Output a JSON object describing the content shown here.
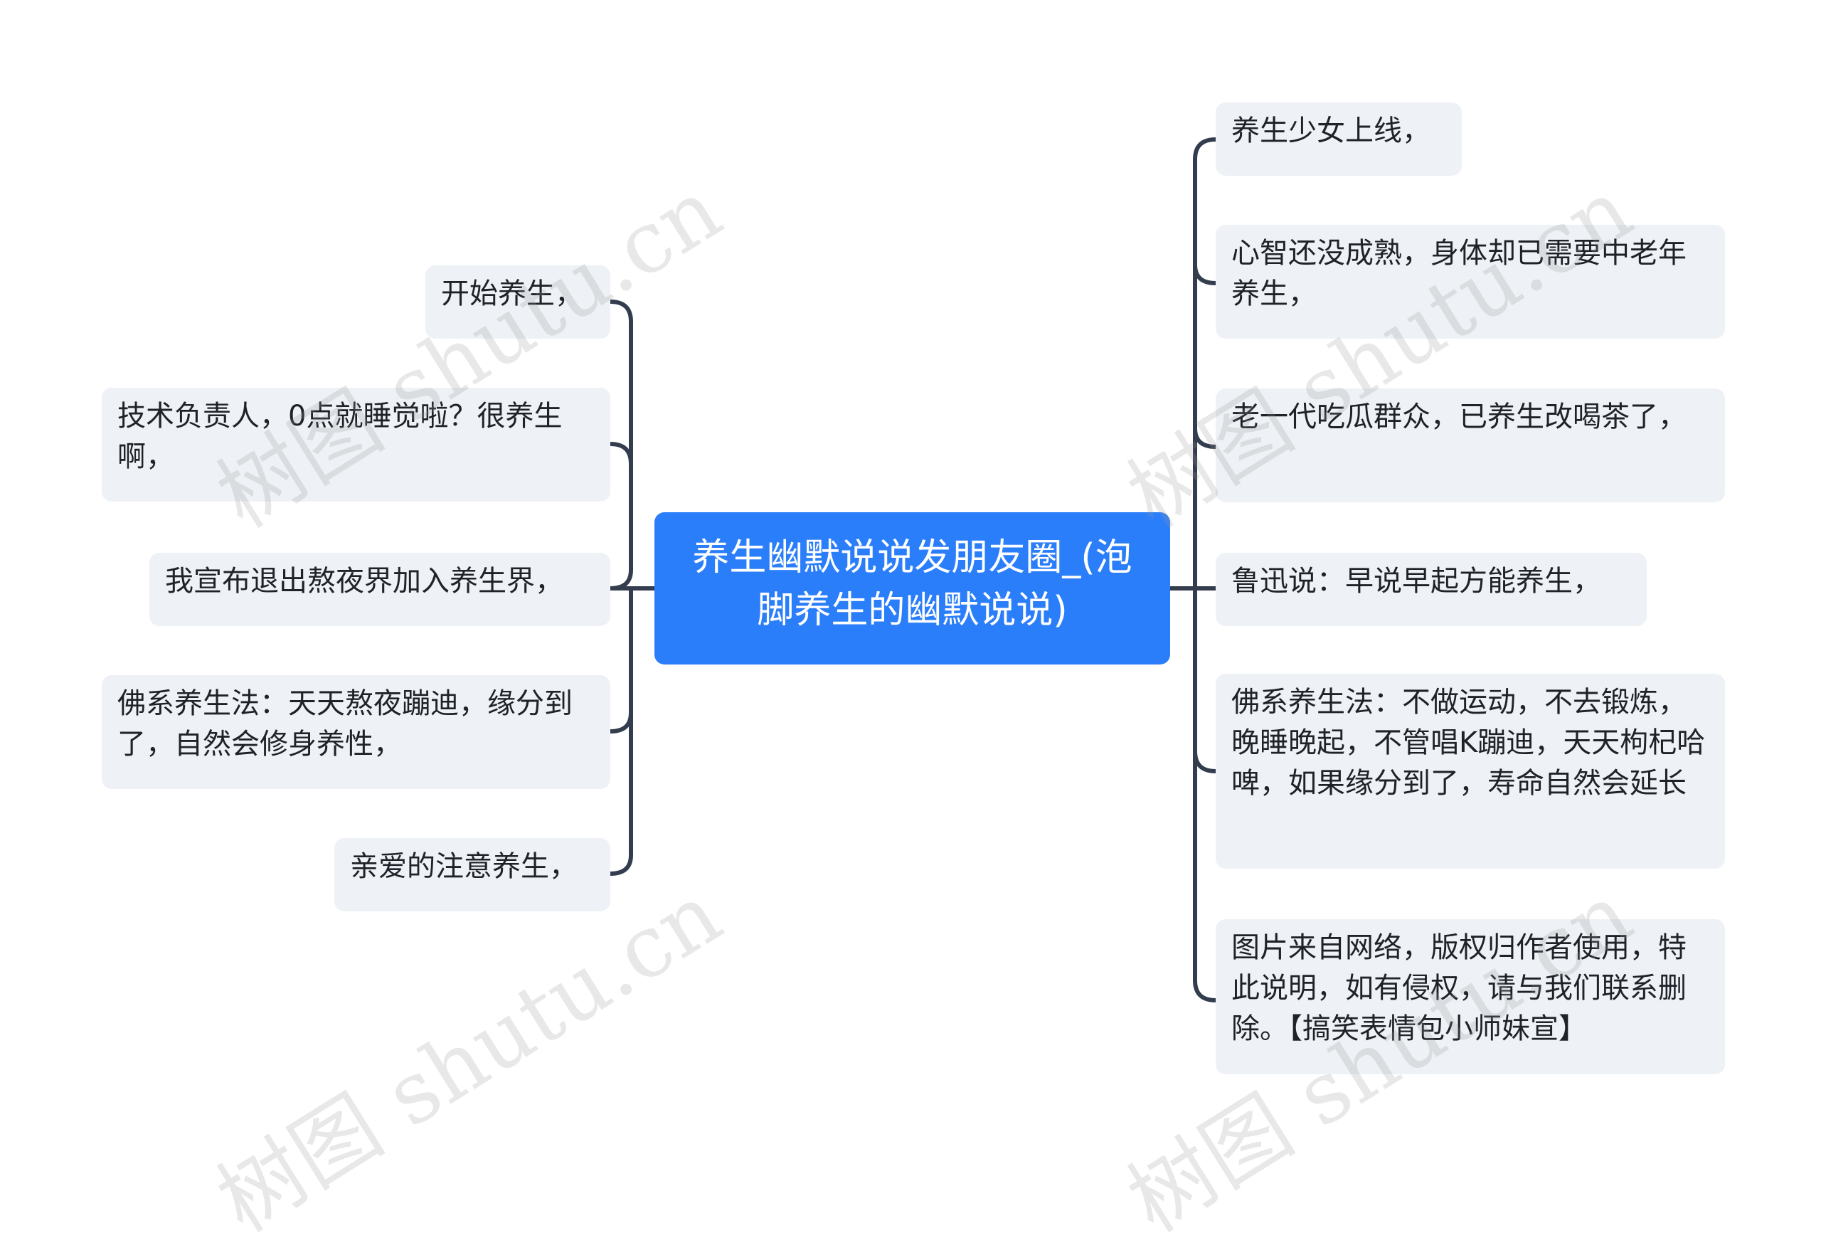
{
  "central": "养生幽默说说发朋友圈_(泡脚养生的幽默说说)",
  "left": [
    "开始养生，",
    "技术负责人，0点就睡觉啦？很养生啊，",
    "我宣布退出熬夜界加入养生界，",
    "佛系养生法：天天熬夜蹦迪，缘分到了，自然会修身养性，",
    "亲爱的注意养生，"
  ],
  "right": [
    "养生少女上线，",
    "心智还没成熟，身体却已需要中老年养生，",
    "老一代吃瓜群众，已养生改喝茶了，",
    "鲁迅说：早说早起方能养生，",
    "佛系养生法：不做运动，不去锻炼，晚睡晚起，不管唱K蹦迪，天天枸杞哈啤，如果缘分到了，寿命自然会延长",
    "图片来自网络，版权归作者使用，特此说明，如有侵权，请与我们联系删除。【搞笑表情包小师妹宣】"
  ],
  "watermark": "树图 shutu.cn",
  "colors": {
    "central_bg": "#2b7ef9",
    "node_bg": "#eef1f5",
    "line": "#333d4d"
  }
}
